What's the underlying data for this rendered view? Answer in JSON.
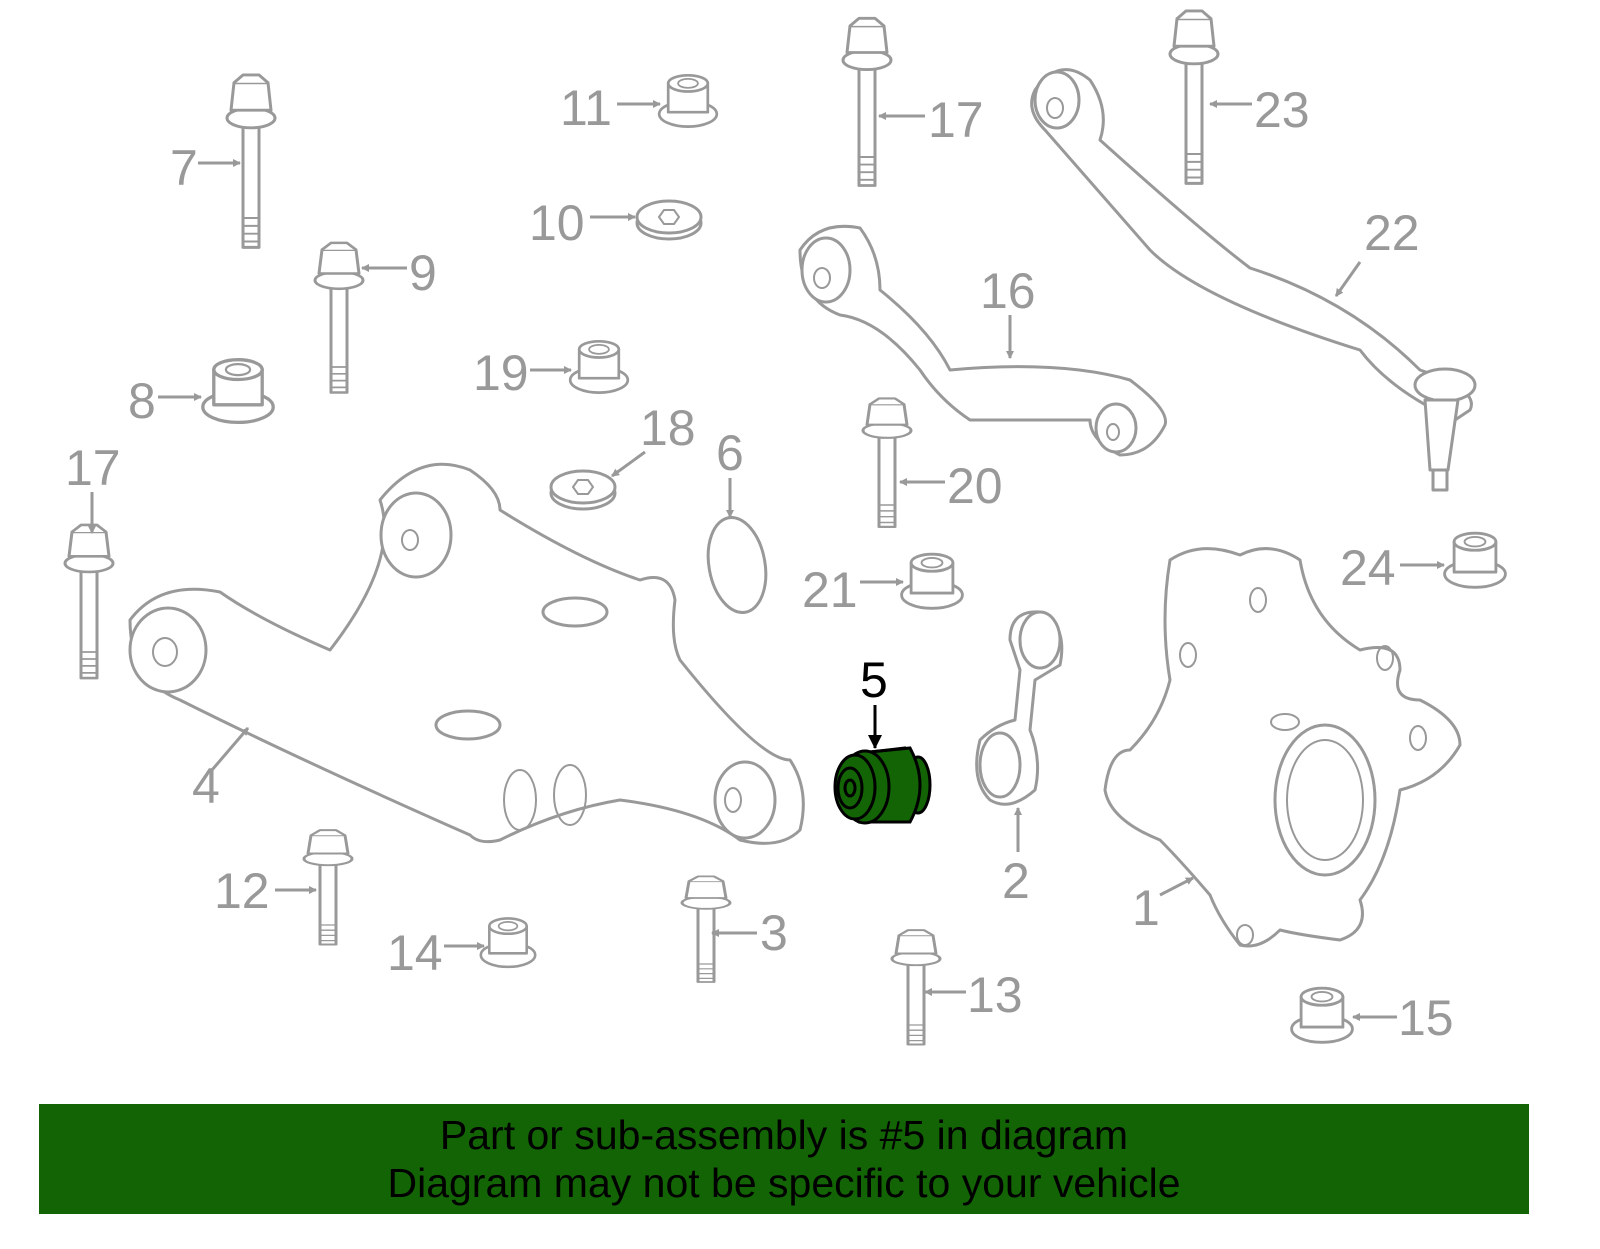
{
  "colors": {
    "part_outline": "#999999",
    "highlight_fill": "#136405",
    "highlight_outline": "#000000",
    "banner_bg": "#136405"
  },
  "labels": {
    "p1": "1",
    "p2": "2",
    "p3": "3",
    "p4": "4",
    "p5": "5",
    "p6": "6",
    "p7": "7",
    "p8": "8",
    "p9": "9",
    "p10": "10",
    "p11": "11",
    "p12": "12",
    "p13": "13",
    "p14": "14",
    "p15": "15",
    "p16": "16",
    "p17a": "17",
    "p17b": "17",
    "p18": "18",
    "p19": "19",
    "p20": "20",
    "p21": "21",
    "p22": "22",
    "p23": "23",
    "p24": "24"
  },
  "highlighted_part": "5",
  "banner": {
    "line1": "Part or sub-assembly is #5 in diagram",
    "line2": "Diagram may not be specific to your vehicle"
  }
}
